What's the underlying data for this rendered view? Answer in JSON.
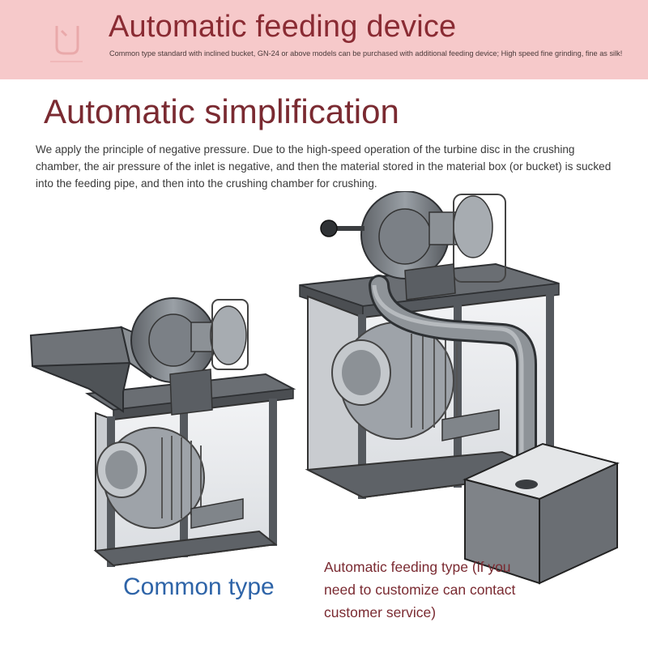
{
  "header": {
    "title": "Automatic feeding device",
    "subtitle": "Common type standard with inclined bucket, GN-24 or above models can be purchased with additional feeding device; High speed fine grinding, fine as silk!"
  },
  "section": {
    "title": "Automatic simplification",
    "description": "We apply the principle of negative pressure. Due to the high-speed operation of the turbine disc in the crushing chamber, the air pressure of the inlet is negative, and then the material stored in the material box (or bucket) is sucked into the feeding pipe, and then into the crushing chamber for crushing."
  },
  "captions": {
    "common": "Common type",
    "automatic": "Automatic feeding type (if you need to customize can contact customer service)"
  },
  "colors": {
    "header_band": "#f6c9ca",
    "title_red": "#8a2b33",
    "caption_blue": "#2e64a8"
  }
}
